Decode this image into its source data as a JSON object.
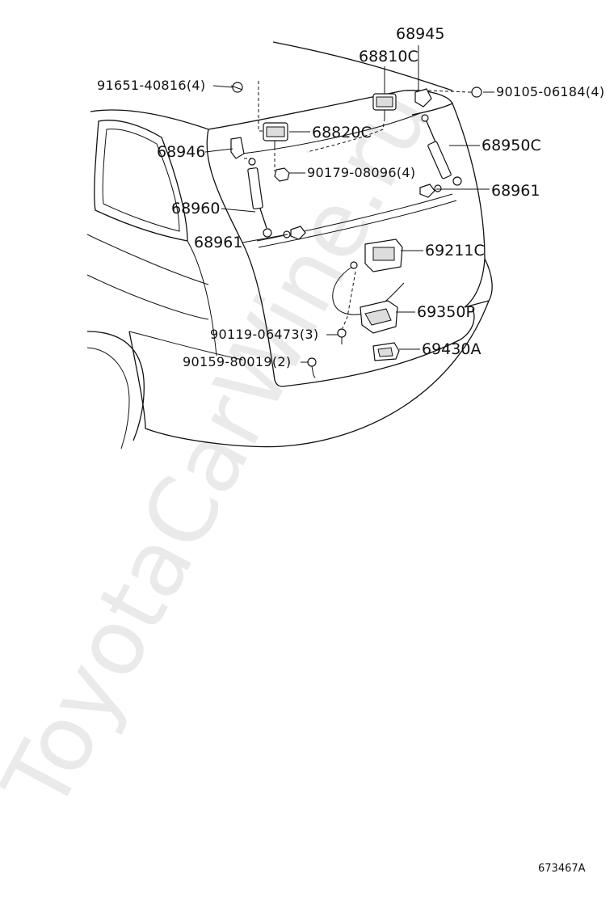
{
  "watermark": "ToyotaCarWine.ru",
  "figure_code": "673467A",
  "callouts": {
    "c68945": "68945",
    "c68810C": "68810C",
    "c91651": "91651-40816(4)",
    "c90105": "90105-06184(4)",
    "c68820C": "68820C",
    "c68946": "68946",
    "c68950C": "68950C",
    "c90179": "90179-08096(4)",
    "c68960": "68960",
    "c68961r": "68961",
    "c68961l": "68961",
    "c69211C": "69211C",
    "c69350P": "69350P",
    "c90119": "90119-06473(3)",
    "c69430A": "69430A",
    "c90159": "90159-80019(2)"
  }
}
